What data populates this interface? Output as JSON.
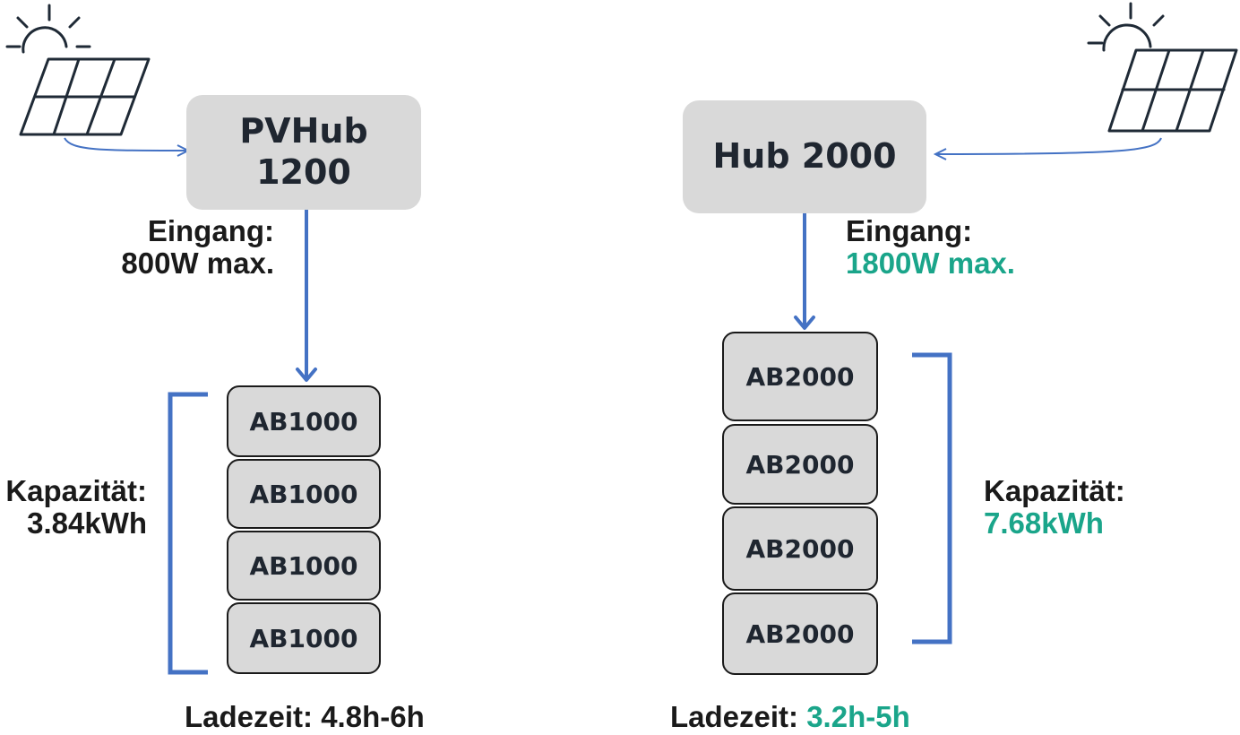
{
  "colors": {
    "accent": "#1aa58a",
    "arrow": "#4472c4",
    "box": "#d9d9d9",
    "text": "#1a1a1a"
  },
  "icons": [
    "solar-panel-icon",
    "sun-icon"
  ],
  "left": {
    "hub": {
      "line1": "PVHub",
      "line2": "1200"
    },
    "input": {
      "label": "Eingang:",
      "value": "800W max."
    },
    "batteries": [
      "AB1000",
      "AB1000",
      "AB1000",
      "AB1000"
    ],
    "capacity": {
      "label": "Kapazität:",
      "value": "3.84kWh"
    },
    "charge": {
      "label": "Ladezeit:",
      "value": "4.8h-6h"
    }
  },
  "right": {
    "hub": {
      "line1": "Hub 2000"
    },
    "input": {
      "label": "Eingang:",
      "value": "1800W max."
    },
    "batteries": [
      "AB2000",
      "AB2000",
      "AB2000",
      "AB2000"
    ],
    "capacity": {
      "label": "Kapazität:",
      "value": "7.68kWh"
    },
    "charge": {
      "label": "Ladezeit:",
      "value": "3.2h-5h"
    }
  }
}
